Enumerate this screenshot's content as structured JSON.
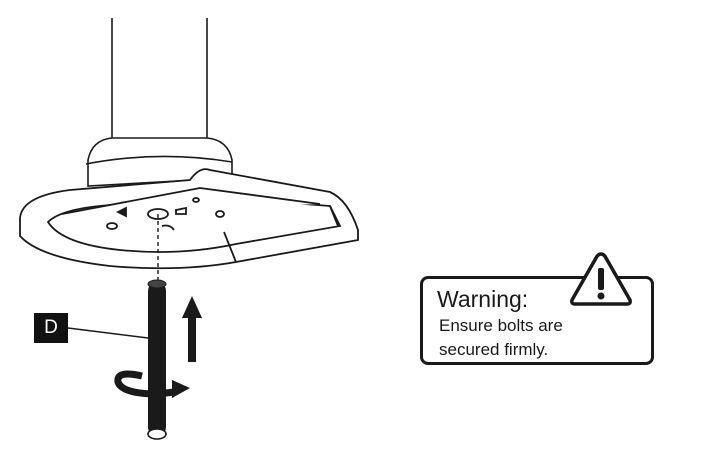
{
  "diagram": {
    "part_label": "D",
    "warning": {
      "title": "Warning:",
      "line1": "Ensure bolts are",
      "line2": "secured firmly."
    },
    "icons": [
      "warning-triangle-icon",
      "rotate-arrow-icon",
      "up-arrow-icon"
    ],
    "colors": {
      "ink": "#1a1a1a",
      "background": "#ffffff"
    }
  }
}
